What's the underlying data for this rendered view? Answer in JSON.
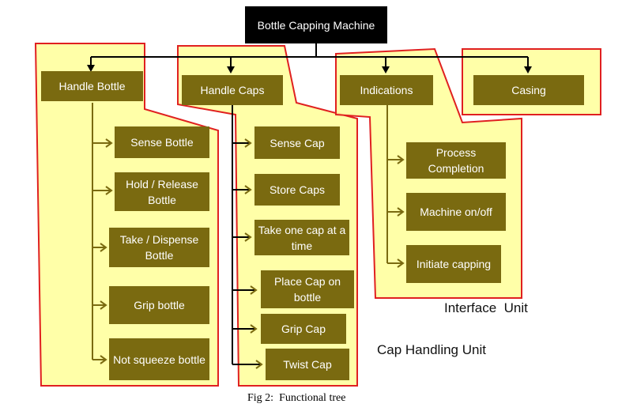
{
  "root": "Bottle Capping Machine",
  "groups": {
    "handle_bottle": {
      "label": "Handle Bottle",
      "children": [
        "Sense Bottle",
        "Hold / Release Bottle",
        "Take / Dispense Bottle",
        "Grip bottle",
        "Not squeeze bottle"
      ]
    },
    "handle_caps": {
      "label": "Handle Caps",
      "children": [
        "Sense Cap",
        "Store Caps",
        "Take one cap at a time",
        "Place Cap on bottle",
        "Grip Cap",
        "Twist Cap"
      ]
    },
    "indications": {
      "label": "Indications",
      "children": [
        "Process Completion",
        "Machine on/off",
        "Initiate capping"
      ]
    },
    "casing": {
      "label": "Casing"
    }
  },
  "unit_labels": {
    "interface": "Interface  Unit",
    "cap_handling": "Cap Handling Unit"
  },
  "caption": "Fig 2:  Functional tree",
  "colors": {
    "box_fill": "#7a6a10",
    "root_fill": "#000000",
    "highlight_fill": "#ffff99",
    "highlight_stroke": "#e02020",
    "connector": "#000000",
    "arrow": "#7a6a10"
  }
}
